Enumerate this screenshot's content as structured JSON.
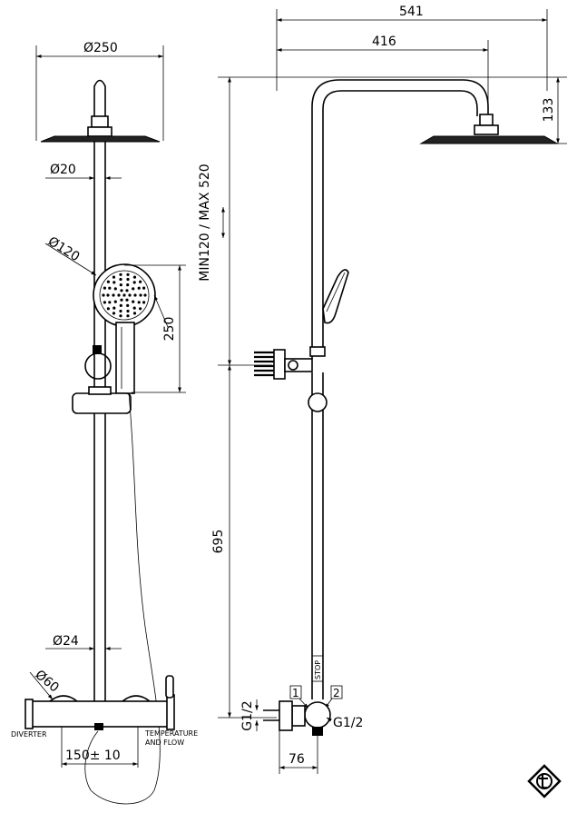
{
  "left_view": {
    "dia_head": "Ø250",
    "dia_pipe": "Ø20",
    "dia_hand": "Ø120",
    "hand_height": "250",
    "dia_lower": "Ø24",
    "dia_knob": "Ø60",
    "diverter": "DIVERTER",
    "temp_line1": "TEMPERATURE",
    "temp_line2": "AND FLOW",
    "centers": "150± 10"
  },
  "right_view": {
    "width_total": "541",
    "width_arm": "416",
    "arm_height": "133",
    "range": "MIN120 / MAX 520",
    "lower_height": "695",
    "stop": "STOP",
    "pos1": "1",
    "pos2": "2",
    "inlet_left": "G1/2",
    "inlet_right": "G1/2",
    "depth": "76"
  },
  "logo_icon": "brand-t-logo-icon"
}
